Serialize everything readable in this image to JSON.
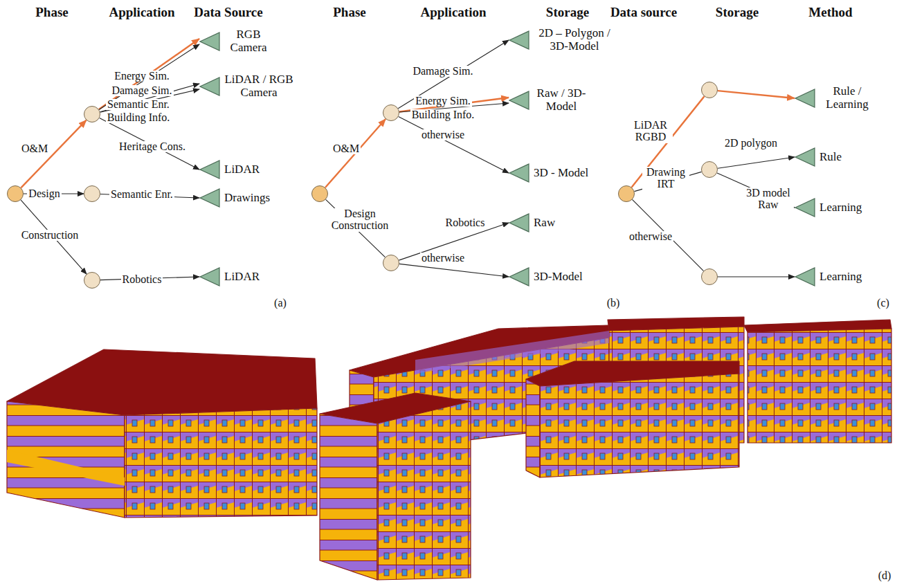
{
  "diagram": {
    "nodes": [
      {
        "text": []
      },
      {
        "text": []
      },
      {
        "text": []
      },
      {
        "text": []
      },
      {
        "text": [
          "RGB Camera"
        ]
      },
      {
        "text": [
          "LiDAR / RGB Camera"
        ]
      },
      {
        "text": [
          "LiDAR"
        ]
      },
      {
        "text": [
          "Drawings"
        ]
      },
      {
        "text": [
          "LiDAR"
        ]
      },
      {
        "text": []
      },
      {
        "text": []
      },
      {
        "text": []
      },
      {
        "text": [
          "2D – Polygon / 3D-Model"
        ]
      },
      {
        "text": [
          "Raw / 3D-Model"
        ]
      },
      {
        "text": [
          "3D - Model"
        ]
      },
      {
        "text": [
          "Raw"
        ]
      },
      {
        "text": [
          "3D-Model"
        ]
      },
      {
        "text": []
      },
      {
        "text": []
      },
      {
        "text": []
      },
      {
        "text": []
      },
      {
        "text": [
          "Rule / Learning"
        ]
      },
      {
        "text": [
          "Rule"
        ]
      },
      {
        "text": [
          "Learning"
        ]
      },
      {
        "text": [
          "Learning"
        ]
      }
    ],
    "edges": [
      {
        "from": 0,
        "to": 1,
        "label": "O&M",
        "arrow": "to"
      },
      {
        "from": 0,
        "to": 2,
        "label": "Design",
        "arrow": "to"
      },
      {
        "from": 0,
        "to": 3,
        "label": "Construction",
        "arrow": "to"
      },
      {
        "from": 1,
        "to": 4,
        "label": "Energy Sim.",
        "arrow": "to"
      },
      {
        "from": 1,
        "to": 4,
        "label": "Damage Sim.",
        "arrow": "to"
      },
      {
        "from": 1,
        "to": 5,
        "label": "Semantic Enr.",
        "arrow": "to"
      },
      {
        "from": 1,
        "to": 5,
        "label": "Building Info.",
        "arrow": "to"
      },
      {
        "from": 1,
        "to": 6,
        "label": "Heritage Cons.",
        "arrow": "to"
      },
      {
        "from": 2,
        "to": 7,
        "label": "Semantic Enr.",
        "arrow": "to"
      },
      {
        "from": 3,
        "to": 8,
        "label": "Robotics",
        "arrow": "to"
      },
      {
        "from": 9,
        "to": 10,
        "label": "O&M",
        "arrow": "to"
      },
      {
        "from": 9,
        "to": 11,
        "label": "Design Construction",
        "arrow": "none"
      },
      {
        "from": 10,
        "to": 12,
        "label": "Damage Sim.",
        "arrow": "to"
      },
      {
        "from": 10,
        "to": 13,
        "label": "Energy Sim.",
        "arrow": "to"
      },
      {
        "from": 10,
        "to": 13,
        "label": "Building Info.",
        "arrow": "to"
      },
      {
        "from": 10,
        "to": 14,
        "label": "otherwise",
        "arrow": "to"
      },
      {
        "from": 11,
        "to": 15,
        "label": "Robotics",
        "arrow": "to"
      },
      {
        "from": 11,
        "to": 16,
        "label": "otherwise",
        "arrow": "to"
      },
      {
        "from": 17,
        "to": 18,
        "label": "LiDAR RGBD",
        "arrow": "none"
      },
      {
        "from": 17,
        "to": 19,
        "label": "Drawing IRT",
        "arrow": "none"
      },
      {
        "from": 17,
        "to": 20,
        "label": "otherwise",
        "arrow": "none"
      },
      {
        "from": 18,
        "to": 21,
        "arrow": "to"
      },
      {
        "from": 19,
        "to": 22,
        "label": "2D polygon",
        "arrow": "to"
      },
      {
        "from": 19,
        "to": 23,
        "label": "3D model Raw",
        "arrow": "to"
      },
      {
        "from": 20,
        "to": 24,
        "arrow": "to"
      }
    ],
    "labels": [
      "Phase",
      "Application",
      "Data Source",
      "Phase",
      "Application",
      "Storage",
      "Data source",
      "Storage",
      "Method",
      "(a)",
      "(b)",
      "(c)",
      "(d)"
    ]
  }
}
